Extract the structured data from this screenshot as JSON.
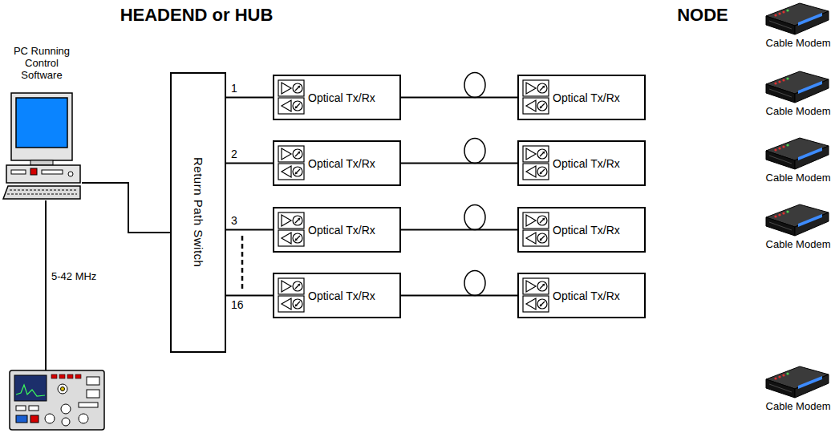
{
  "diagram": {
    "nodes": [
      {
        "text": [
          "PC Running Control Software"
        ]
      },
      {
        "text": [
          "Return Path Switch"
        ]
      },
      {
        "text": [
          "Optical Tx/Rx"
        ]
      },
      {
        "text": [
          "Optical Tx/Rx"
        ]
      },
      {
        "text": [
          "Optical Tx/Rx"
        ]
      },
      {
        "text": [
          "Optical Tx/Rx"
        ]
      },
      {
        "text": [
          "Optical Tx/Rx"
        ]
      },
      {
        "text": [
          "Optical Tx/Rx"
        ]
      },
      {
        "text": [
          "Optical Tx/Rx"
        ]
      },
      {
        "text": [
          "Optical Tx/Rx"
        ]
      },
      {
        "text": [
          "Cable Modem"
        ]
      },
      {
        "text": [
          "Cable Modem"
        ]
      },
      {
        "text": [
          "Cable Modem"
        ]
      },
      {
        "text": [
          "Cable Modem"
        ]
      },
      {
        "text": [
          "Cable Modem"
        ]
      }
    ],
    "edges": [
      {
        "from": 0,
        "to": 1,
        "arrow": "none"
      },
      {
        "from": 1,
        "to": 2,
        "label": "1",
        "arrow": "none"
      },
      {
        "from": 1,
        "to": 3,
        "label": "2",
        "arrow": "none"
      },
      {
        "from": 1,
        "to": 4,
        "label": "3",
        "arrow": "none"
      },
      {
        "from": 1,
        "to": 5,
        "label": "16",
        "arrow": "none"
      },
      {
        "from": 2,
        "to": 6,
        "arrow": "none"
      },
      {
        "from": 3,
        "to": 7,
        "arrow": "none"
      },
      {
        "from": 4,
        "to": 8,
        "arrow": "none"
      },
      {
        "from": 5,
        "to": 9,
        "arrow": "none"
      }
    ],
    "labels": [
      "HEADEND or HUB",
      "NODE",
      "5-42 MHz"
    ]
  }
}
